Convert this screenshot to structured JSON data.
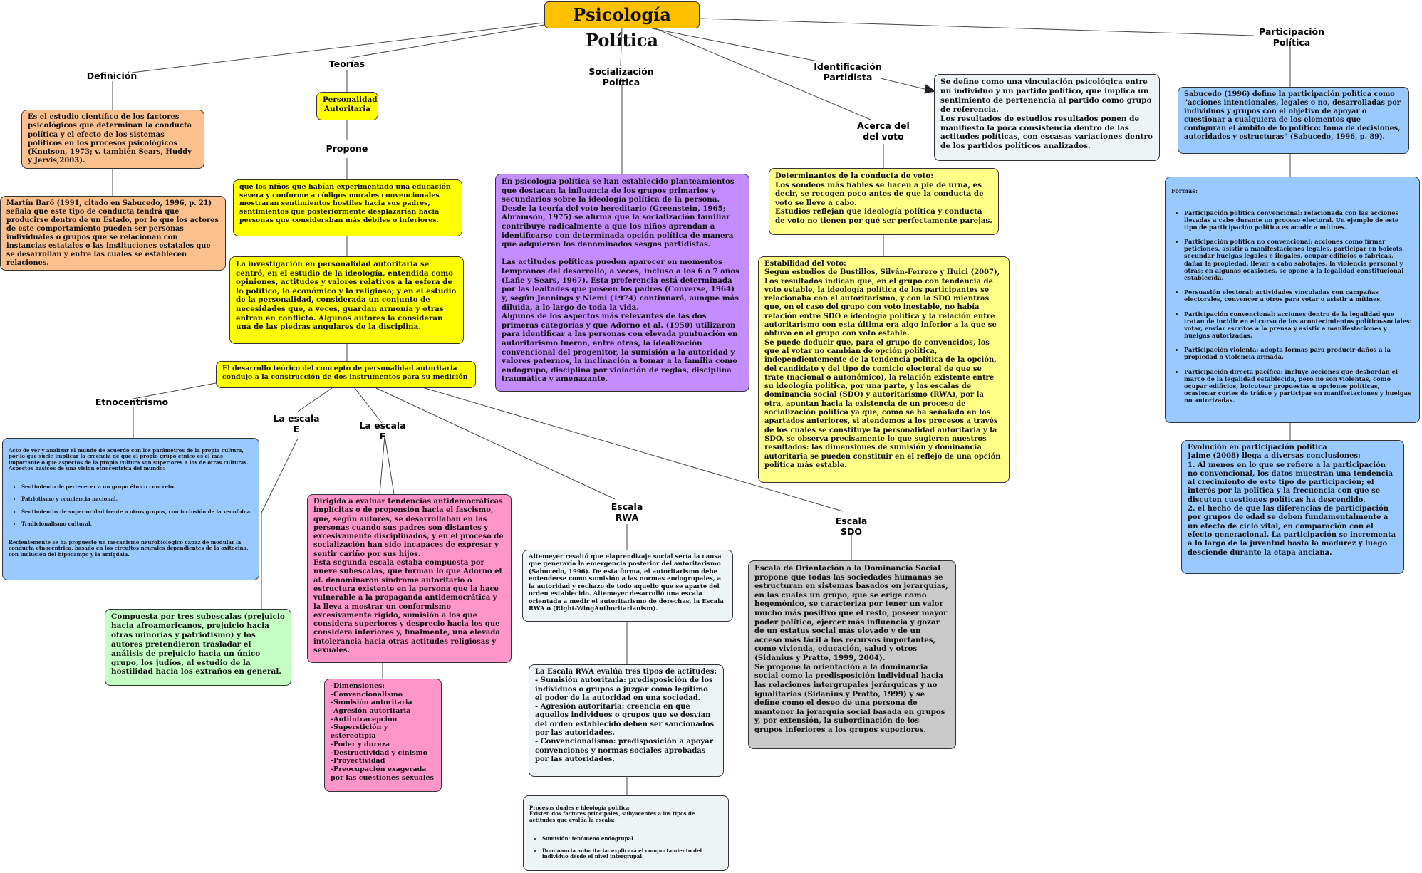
{
  "title": "Psicología Política",
  "labels": {
    "definicion": "Definición",
    "teorias": "Teorías",
    "socializacion": "Socialización\nPolítica",
    "identificacion": "Identificación\nPartidista",
    "participacion": "Participación\nPolítica",
    "propone": "Propone",
    "acerca_voto": "Acerca del\ndel voto",
    "etnocentrismo": "Etnocentrismo",
    "escala_e": "La escala\nE",
    "escala_f": "La escala\nF",
    "escala_rwa": "Escala\nRWA",
    "escala_sdo": "Escala\nSDO"
  },
  "nodes": {
    "def1": "Es el estudio científico de los factores psicológicos que determinan la conducta política y el efecto de los sistemas políticos en los procesos psicológicos (Knutson, 1973; v. también Sears, Huddy y Jervis,2003).",
    "def2": "Martín Baró (1991, citado en Sabucedo, 1996, p. 21) señala que este tipo de conducta tendrá que producirse dentro de un Estado, por lo que los actores de este comportamiento pueden ser personas individuales o grupos que se relacionan con instancias estatales o las instituciones estatales que se desarrollan y entre las cuales se establecen relaciones.",
    "personalidad": "Personalidad\nAutoritaria",
    "propone1": "que los niños que habían experimentado una educación severa y conforme a códigos morales convencionales mostraran sentimientos hostiles hacia sus padres, sentimientos que posteriormente desplazarían hacia personas que consideraban más débiles o inferiores.",
    "propone2": "La investigación en personalidad autoritaria se centró, en el estudio de la ideología, entendida como opiniones, actitudes y valores relativos a la esfera de lo político, lo económico y lo religioso; y en el estudio de la personalidad, considerada un conjunto de necesidades que, a veces, guardan armonía y otras entran en conflicto. Algunos autores la consideran una de las piedras angulares de la disciplina.",
    "desarrollo": "El desarrollo teórico del concepto de personalidad autoritaria condujo a la construcción de dos instrumentos para su medición",
    "socializacion": "En psicología política se han establecido planteamientos que destacan la influencia de los grupos primarios y secundarios sobre la ideología política de la persona. Desde la teoría del voto hereditario (Greenstein, 1965; Abramson, 1975) se afirma que la socialización familiar contribuye radicalmente a que los niños aprendan a identificarse con determinada opción política de manera que adquieren los denominados sesgos partidistas.\n\nLas actitudes políticas pueden aparecer en momentos tempranos del desarrollo, a veces, incluso a los 6 o 7 años (Lañe y Sears, 1967). Esta preferencia está determinada por las lealtades que poseen los padres (Converse, 1964) y, según Jennings y Niemi (1974) continuará, aunque más diluida, a lo largo de toda la vida.\nAlgunos de los aspectos más relevantes de las dos primeras categorías y que Adorno et al. (1950) utilizaron para identificar a las personas con elevada puntuación en autoritarismo fueron, entre otras, la idealización convencional del progenitor, la sumisión a la autoridad y valores paternos, la inclinación a tomar a la familia como endogrupo, disciplina por violación de reglas, disciplina traumática y amenazante.",
    "identificacion": "Se define como una vinculación psicológica entre un individuo y un partido político, que implica un sentimiento de pertenencia al partido como grupo de referencia.\nLos resultados de estudios resultados ponen de manifiesto la poca consistencia dentro de las actitudes políticas, con escasas variaciones dentro de los partidos políticos analizados.",
    "voto1": "Determinantes de la conducta de voto:\nLos sondeos más fiables se hacen a pie de urna, es decir, se recogen poco antes de que la conducta de voto se lleve a cabo.\nEstudios reflejan que ideología política y conducta de voto no tienen por qué ser perfectamente parejas.",
    "voto2": "Estabilidad del voto:\nSegún estudios de Bustillos, Silván-Ferrero y Huici (2007), Los resultados indican que, en el grupo con tendencia de voto estable, la ideología política de los participantes se relacionaba con el autoritarismo, y con la SDO mientras que, en el caso del grupo con voto inestable, no había relación entre SDO e ideología política y la relación entre autoritarismo con esta última era algo inferior a la que se obtuvo en el grupo con voto estable.\nSe puede deducir que, para el grupo de convencidos, los que al votar no cambian de opción política, independientemente de la tendencia política de la opción, del candidato y del tipo de comicio electoral de que se trate (nacional o autonómico), la relación existente entre su ideología política, por una parte, y las escalas de dominancia social (SDO) y autoritarismo (RWA), por la otra, apuntan hacia la existencia de un proceso de socialización política ya que, como se ha señalado en los apartados anteriores, si atendemos a los procesos a través de los cuales se constituye la personalidad autoritaria y la SDO, se observa precisamente lo que sugieren nuestros resultados: las dimensiones de sumisión y dominancia autoritaria se pueden constituir en el reflejo de una opción política más estable.",
    "part1": "Sabucedo (1996) define la participación política como \"acciones intencionales, legales o no, desarrolladas por individuos y grupos con el objetivo de apoyar o cuestionar a cualquiera de los elementos que configuran el ámbito de lo político: toma de decisiones, autoridades y estructuras\" (Sabucedo, 1996, p. 89).",
    "formas_title": "Formas:",
    "formas": [
      "Participación política convencional: relacionada con las acciones llevadas a cabo durante un proceso electoral. Un ejemplo de este tipo de participación política es acudir a mítines.",
      "Participación política no convencional: acciones como firmar peticiones, asistir a manifestaciones legales, participar en boicots, secundar huelgas legales e ilegales, ocupar edificios o fábricas, dañar la propiedad, llevar a cabo sabotajes, la violencia personal y otras; en algunas ocasiones, se opone a la legalidad constitucional establecida.",
      "Persuasión electoral: actividades vinculadas con campañas electorales, convencer a otros para votar o asistir a mítines.",
      "Participación convencional: acciones dentro de la legalidad que tratan de incidir en el curso de los acontecimientos político-sociales: votar, enviar escritos a la prensa y asistir a manifestaciones y huelgas autorizadas.",
      "Participación violenta: adopta formas para producir daños a la propiedad o violencia armada.",
      "Participación directa pacífica: incluye acciones que desbordan el marco de la legalidad establecida, pero no son violentas, como ocupar edificios, boicotear propuestas u opciones políticas, ocasionar cortes de tráfico y participar en manifestaciones y huelgas no autorizadas."
    ],
    "part3": "Evolución en participación política\nJaime (2008) llega a diversas conclusiones:\n1. Al menos en lo que se refiere a la participación no convencional, los datos muestran una tendencia al crecimiento de este tipo de participación; el interés por la política y la frecuencia con que se discuten cuestiones políticas ha descendido.\n2. el hecho de que las diferencias de participación por grupos de edad se deben fundamentalmente a un efecto de ciclo vital, en comparación con el efecto generacional. La participación se incrementa a lo largo de la juventud hasta la madurez y luego desciende durante la etapa anciana.",
    "etno_intro": "Acto de ver y analizar el mundo de acuerdo con los parámetros de la propia cultura, por lo que suele implicar la creencia de que el propio grupo étnico es el más importante o que aspectos de la propia cultura son superiores a los de otras culturas.\nAspectos básicos de una visión etnocéntrica del mundo:",
    "etno_items": [
      "Sentimiento de pertenecer a un grupo étnico concreto.",
      "Patriotismo y conciencia nacional.",
      "Sentimientos de superioridad frente a otros grupos, con inclusión de la xenofobia.",
      "Tradicionalismo cultural."
    ],
    "etno_outro": "Recientemente se ha propuesto un mecanismo neurobiológico capaz de modular la conducta etnocéntrica, basado en los circuitos neurales dependientes de la oxitocina, con inclusión del hipocampo y la amígdala.",
    "escala_e": "Compuesta por tres subescalas (prejuicio hacia afroamericanos, prejuicio hacia otras minorías y patriotismo) y los autores pretendieron trasladar el análisis de prejuicio hacia un único grupo, los judíos, al estudio de la hostilidad hacia los extraños en general.",
    "escala_f": "Dirigida a evaluar tendencias antidemocráticas implícitas o de propensión hacia el fascismo, que, según autores, se desarrollaban en las personas cuando sus padres son distantes y excesivamente disciplinados, y en el proceso de socialización han sido incapaces de expresar y sentir cariño por sus hijos.\nEsta segunda escala estaba compuesta por nueve subescalas, que forman lo que Adorno et al. denominaron síndrome autoritario o estructura existente en la persona que la hace vulnerable a la propaganda antidemocrática y la lleva a mostrar un conformismo excesivamente rígido, sumisión a los que considera superiores y desprecio hacia los que considera inferiores y, finalmente, una elevada intolerancia hacia otras actitudes religiosas y sexuales.",
    "dimensiones": "-Dimensiones:\n-Convencionalismo\n-Sumisión autoritaria\n-Agresión autoritaria\n-Antiintracepción\n-Superstición y estereotipia\n-Poder y dureza\n-Destructividad y cinismo\n-Proyectividad\n-Preocupación exagerada por las cuestiones sexuales",
    "rwa1": "Altemeyer resaltó que elaprendizaje social sería la causa que generaría la emergencia posterior del autoritarismo (Sabucedo, 1996). De esta forma, el autoritarismo debe entenderse como sumisión a las normas endogrupales, a la autoridad y rechazo de todo aquello que se aparte del orden establecido. Altemeyer desarrolló una escala orientada a medir el autoritarismo de derechas, la Escala RWA o (Right-WingAuthoritarianism).",
    "rwa2": "La Escala RWA evalúa tres tipos de actitudes:\n- Sumisión autoritaria: predisposición de los individuos o grupos a juzgar como legítimo el poder de la autoridad en una sociedad.\n- Agresión autoritaria: creencia en que aquellos individuos o grupos que se desvían del orden establecido deben ser sancionados por las autoridades.\n- Convencionalismo: predisposición a apoyar convenciones y normas sociales aprobadas por las autoridades.",
    "rwa3_intro": "Procesos duales e ideología política\nExisten dos factores principales, subyacentes a los tipos de actitudes que evalúa la escala:",
    "rwa3_items": [
      "Sumisión: fenómeno endogrupal",
      "Dominancia autoritaria: explicará el comportamiento del individuo desde el nivel intergrupal."
    ],
    "sdo": "Escala de Orientación a la Dominancia Social propone que todas las sociedades humanas se estructuran en sistemas basados en jerarquías, en las cuales un grupo, que se erige como hegemónico, se caracteriza por tener un valor mucho más positivo que el resto, poseer mayor poder político, ejercer más influencia y gozar de un estatus social más elevado y de un acceso más fácil a los recursos importantes, como vivienda, educación, salud y otros (Sidanius y Pratto, 1999, 2004).\nSe propone la orientación a la dominancia social como la predisposición individual hacia las relaciones intergrupales jerárquicas y no igualitarias (Sidanius y Pratto, 1999) y se define como el deseo de una persona de mantener la jerarquía social basada en grupos y, por extensión, la subordinación de los grupos inferiores a los grupos superiores."
  },
  "colors": {
    "title": "#ffc000",
    "definicion": "#fcc08f",
    "teorias": "#ffff00",
    "voto": "#ffff88",
    "socializacion": "#c38cff",
    "participacion": "#99c9ff",
    "escala_e": "#c4ffc4",
    "escala_f": "#ff95c8",
    "rwa": "#eef3f6",
    "sdo": "#c9c9c9"
  }
}
